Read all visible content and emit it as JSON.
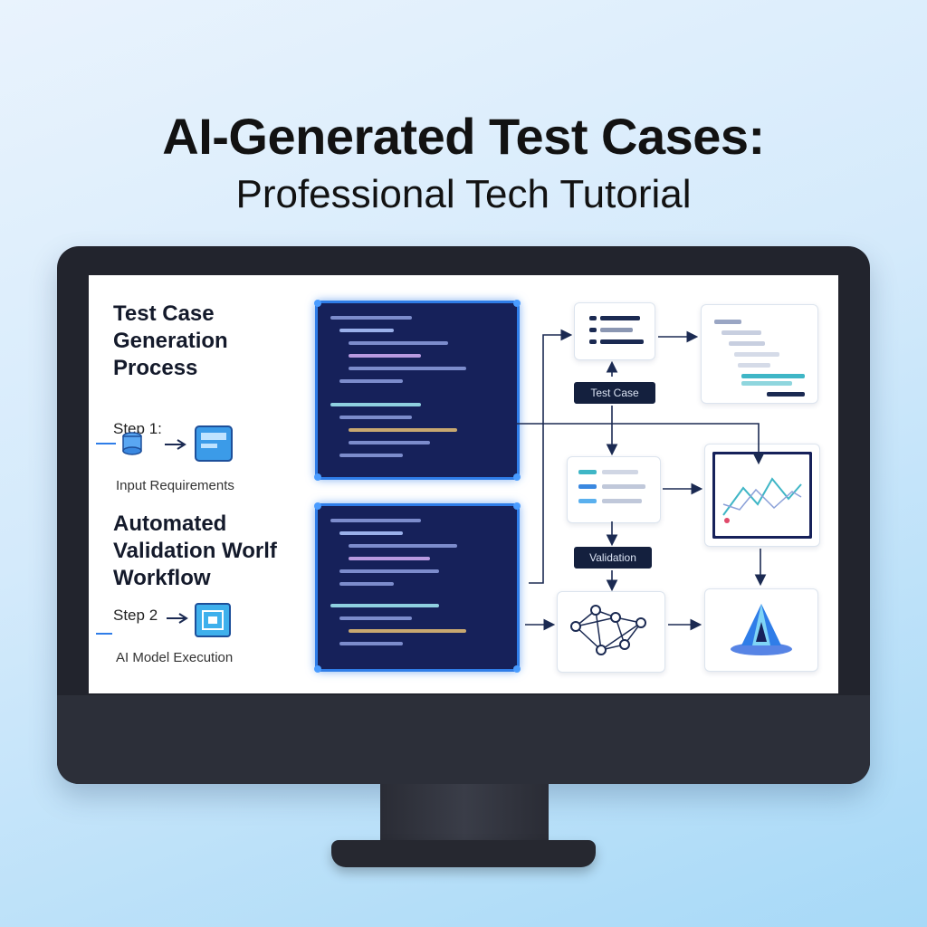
{
  "header": {
    "title": "AI-Generated Test Cases:",
    "subtitle": "Professional Tech Tutorial"
  },
  "left_panel": {
    "heading_1": [
      "Test Case",
      "Generation",
      "Process"
    ],
    "step_1_label": "Step 1:",
    "step_1_caption": "Input Requirements",
    "heading_2": [
      "Automated",
      "Validation Worlf",
      "Workflow"
    ],
    "step_2_label": "Step 2",
    "step_2_caption": "AI Model Execution"
  },
  "flow_labels": {
    "top": "Test Case",
    "middle": "Validation"
  },
  "colors": {
    "code_bg": "#16215a",
    "code_border": "#2f7de8",
    "arrow": "#1b2a52",
    "accent_blue": "#2f7de8",
    "accent_teal": "#3fb6c6"
  },
  "icons": [
    "database-icon",
    "document-icon",
    "chip-icon",
    "network-graph-icon",
    "ai-logo-icon",
    "line-chart-icon"
  ]
}
